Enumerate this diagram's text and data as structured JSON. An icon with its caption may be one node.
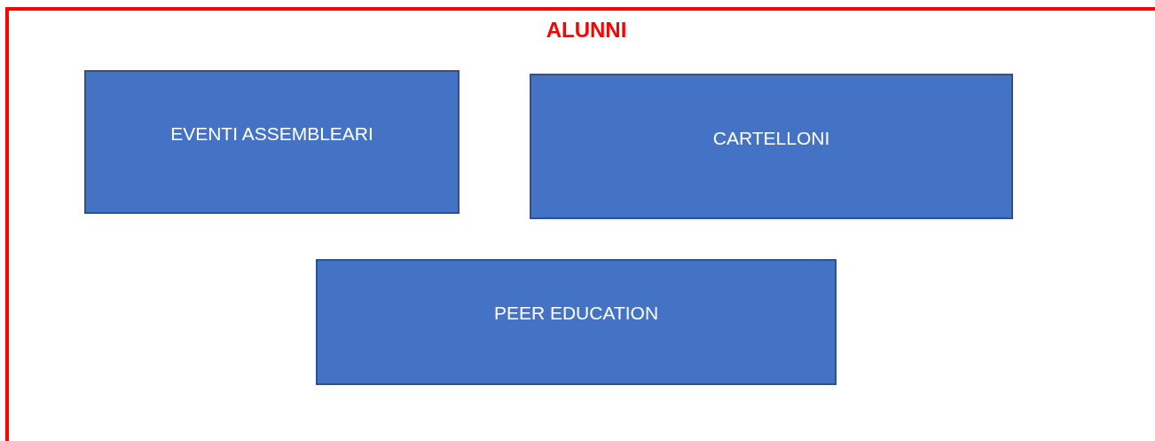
{
  "diagram": {
    "nodes": [
      {
        "text": [
          "ALUNNI"
        ]
      },
      {
        "text": [
          "EVENTI ASSEMBLEARI"
        ],
        "in": 0
      },
      {
        "text": [
          "CARTELLONI"
        ],
        "in": 0
      },
      {
        "text": [
          "PEER EDUCATION"
        ],
        "in": 0
      }
    ]
  }
}
